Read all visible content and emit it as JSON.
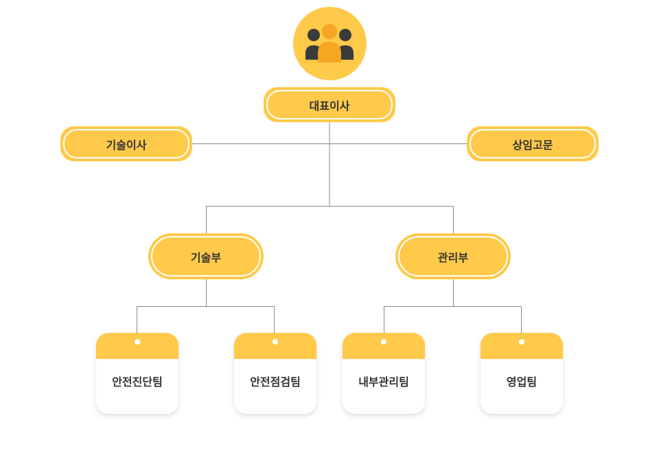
{
  "org": {
    "ceo": "대표이사",
    "cto": "기술이사",
    "advisor": "상임고문",
    "dept_tech": "기술부",
    "dept_mgmt": "관리부",
    "team_safety_diag": "안전진단팀",
    "team_safety_insp": "안전점검팀",
    "team_internal": "내부관리팀",
    "team_sales": "영업팀"
  },
  "icons": {
    "top": "group-people-icon"
  },
  "colors": {
    "accent": "#ffc94a",
    "icon_front": "#f6a623",
    "icon_back": "#3b3b3b",
    "line": "#888888",
    "text": "#333333"
  }
}
